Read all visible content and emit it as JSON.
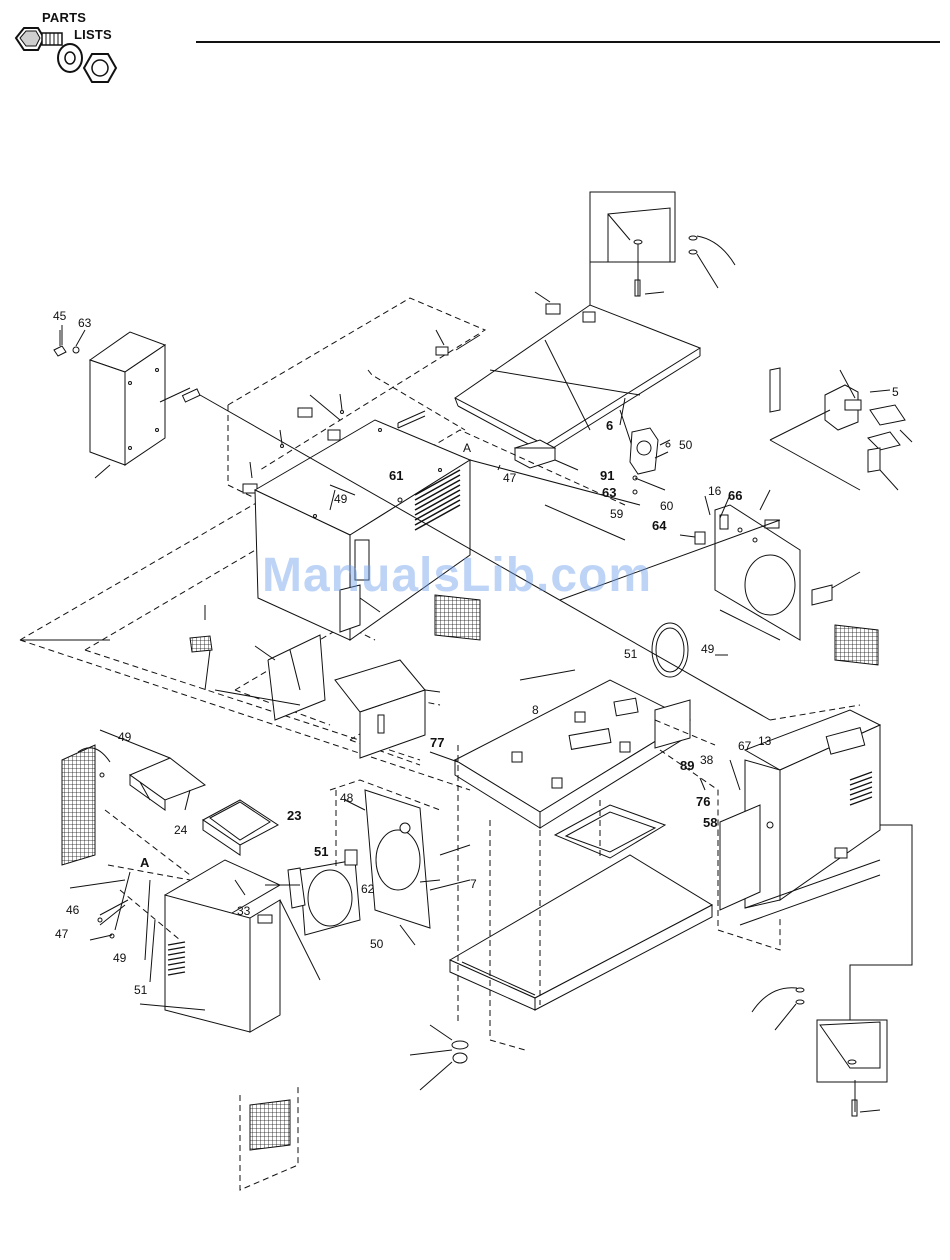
{
  "header": {
    "icon_name": "parts-lists-icon",
    "parts_label": "PARTS",
    "lists_label": "LISTS"
  },
  "watermark": "ManualsLib.com",
  "colors": {
    "ink": "#111111",
    "watermark": "#6ea0eb"
  },
  "callouts": [
    {
      "id": "c45",
      "text": "45"
    },
    {
      "id": "c63a",
      "text": "63"
    },
    {
      "id": "c49a",
      "text": "49"
    },
    {
      "id": "c61",
      "text": "61"
    },
    {
      "id": "cA1",
      "text": "A"
    },
    {
      "id": "c47a",
      "text": "47"
    },
    {
      "id": "c6",
      "text": "6"
    },
    {
      "id": "c50a",
      "text": "50"
    },
    {
      "id": "c91",
      "text": "91"
    },
    {
      "id": "c63b",
      "text": "63"
    },
    {
      "id": "c60",
      "text": "60"
    },
    {
      "id": "c59",
      "text": "59"
    },
    {
      "id": "c16",
      "text": "16"
    },
    {
      "id": "c66",
      "text": "66"
    },
    {
      "id": "c64",
      "text": "64"
    },
    {
      "id": "c51a",
      "text": "51"
    },
    {
      "id": "c49b",
      "text": "49"
    },
    {
      "id": "c5",
      "text": "5"
    },
    {
      "id": "c49c",
      "text": "49"
    },
    {
      "id": "c24",
      "text": "24"
    },
    {
      "id": "c23",
      "text": "23"
    },
    {
      "id": "c77",
      "text": "77"
    },
    {
      "id": "c48",
      "text": "48"
    },
    {
      "id": "c51b",
      "text": "51"
    },
    {
      "id": "c62",
      "text": "62"
    },
    {
      "id": "c7",
      "text": "7"
    },
    {
      "id": "c50b",
      "text": "50"
    },
    {
      "id": "cA2",
      "text": "A"
    },
    {
      "id": "c46",
      "text": "46"
    },
    {
      "id": "c47b",
      "text": "47"
    },
    {
      "id": "c49d",
      "text": "49"
    },
    {
      "id": "c51c",
      "text": "51"
    },
    {
      "id": "c33",
      "text": "33"
    },
    {
      "id": "c89",
      "text": "89"
    },
    {
      "id": "c38",
      "text": "38"
    },
    {
      "id": "c76",
      "text": "76"
    },
    {
      "id": "c58",
      "text": "58"
    },
    {
      "id": "c67",
      "text": "67"
    },
    {
      "id": "c13",
      "text": "13"
    },
    {
      "id": "c8",
      "text": "8"
    }
  ]
}
